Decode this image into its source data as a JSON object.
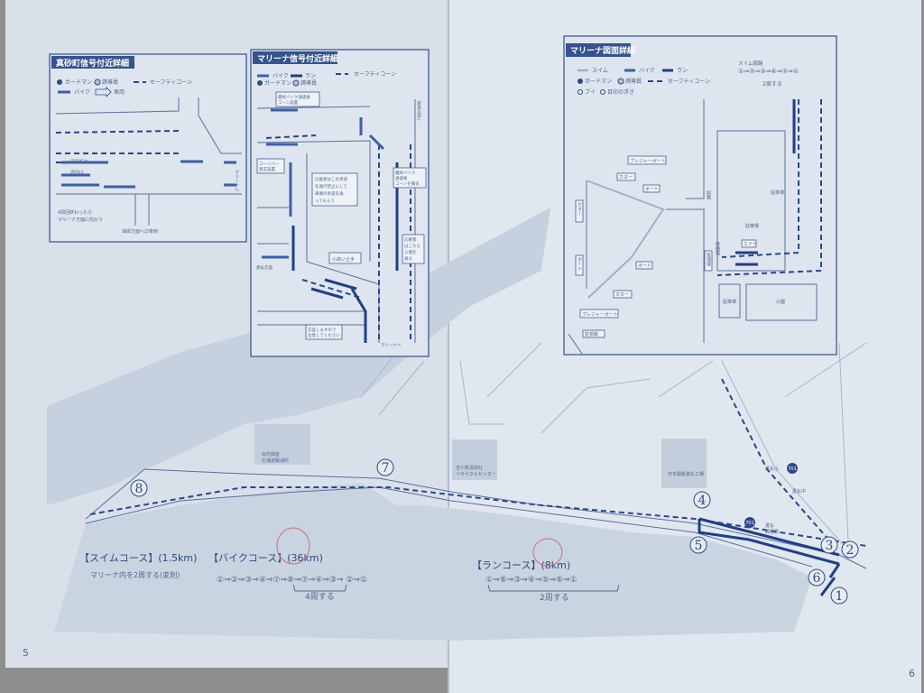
{
  "pages": {
    "left_number": "5",
    "right_number": "6"
  },
  "inset_masago": {
    "title": "真砂町信号付近詳細",
    "legend": {
      "guardman": "ガードマン",
      "guide": "誘導員",
      "cone": "セーフティコーン",
      "bike": "バイク",
      "vehicle": "車両"
    },
    "labels": {
      "lap_turn": "周回折り",
      "lap_return": "周回は",
      "after_laps": "4周回終わったら",
      "after_laps2": "マリーナ方面に向かう",
      "to_coast": "海岸方面への車両",
      "to_marina": "マリーナへ"
    }
  },
  "inset_marina_signal": {
    "title": "マリーナ信号付近詳細",
    "legend": {
      "bike": "バイク",
      "run": "ラン",
      "cone": "セーフティコーン",
      "guardman": "ガードマン",
      "guide": "誘導員"
    },
    "notes": {
      "cone_after_bike": [
        "最終バイク通過後",
        "コーン設置"
      ],
      "cone_bar": [
        "コーンバー",
        "意志設置"
      ],
      "spectators_sidewalk": [
        "応援者はこの歩道",
        "を通行禁止にして",
        "車側の歩道を通",
        "ってもらう"
      ],
      "cone_remove": [
        "最終バイク",
        "通過後",
        "コーンを撤去"
      ],
      "embankment": "小高い土手",
      "crossing": [
        "交差しますので",
        "注意してください"
      ],
      "spectators_side": [
        "応援者",
        "はこちら",
        "ら側を",
        "通る"
      ],
      "to_atsuma": "厚真方面へ",
      "to_yufutsu": "勇払方面",
      "to_marina": "マリーナへ"
    }
  },
  "inset_marina": {
    "title": "マリーナ図面詳細",
    "legend": {
      "swim": "スイム",
      "bike": "バイク",
      "run": "ラン",
      "guardman": "ガードマン",
      "guide": "誘導員",
      "cone": "セーフティコーン",
      "buoy": "ブイ",
      "marker": "目印の浮き"
    },
    "swim_order": {
      "label": "スイム順路",
      "route": "①⇒②⇒③⇒④⇒②⇒①",
      "laps": "2周する"
    },
    "labels": {
      "pleasure_boat": "プレジャーボート",
      "canoe": "カヌー",
      "boat": "ボート",
      "parking": "駐車場",
      "park": "公園",
      "aid": "エイド",
      "patrol_boat": "監視艇",
      "office": "管理棟",
      "waiting": "待機場",
      "slope": "斜路"
    }
  },
  "map": {
    "points": [
      "1",
      "2",
      "3",
      "4",
      "5",
      "6",
      "7",
      "8"
    ],
    "places": {
      "idemitsu": [
        "出光興産",
        "北海道製油所"
      ],
      "recycle": [
        "苫小牧清掃社",
        "リサイクルセンター"
      ],
      "paper_mill": "日本製紙勇払工場",
      "school_elem": "勇払小",
      "school_jr": "勇払中",
      "post": [
        "勇払",
        "郵便局"
      ],
      "route": "701"
    }
  },
  "courses": {
    "swim": {
      "title": "【スイムコース】(1.5km)",
      "desc": "マリーナ内を2周する(変則)"
    },
    "bike": {
      "title": "【バイクコース】(36km)",
      "route": "①⇒②⇒③⇒④⇒⑦⇒⑧⇒⑦⇒④⇒③⇒ ②⇒①",
      "laps": "4周する"
    },
    "run": {
      "title": "【ランコース】(8km)",
      "route": "①⇒⑥⇒③⇒④⇒⑤⇒⑥⇒①",
      "laps": "2周する"
    }
  },
  "colors": {
    "ink": "#2d4a85",
    "paper": "#dfe6ee",
    "sea": "#c9d4e1"
  }
}
